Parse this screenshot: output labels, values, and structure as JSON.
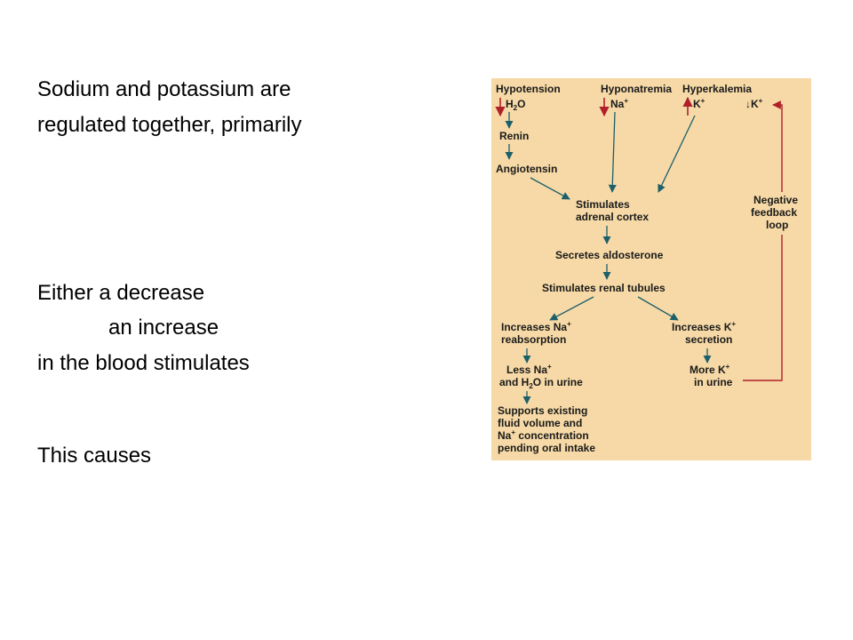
{
  "slide": {
    "lines": {
      "line1": "Sodium and potassium are",
      "line2": "regulated together, primarily",
      "line3": "Either a decrease",
      "line4": "an increase",
      "line5": "in the blood stimulates",
      "line6": "This causes"
    }
  },
  "diagram": {
    "colors": {
      "background": "#f6d9a6",
      "teal_arrow": "#1c5f6b",
      "red_arrow": "#b0202a"
    },
    "hypotension": "Hypotension",
    "h2o_top": {
      "main": "H",
      "sub": "2",
      "rest": "O"
    },
    "hyponatremia": "Hyponatremia",
    "na_top": {
      "main": "Na",
      "sup": "+"
    },
    "hyperkalemia": "Hyperkalemia",
    "k_top": {
      "main": "K",
      "sup": "+"
    },
    "k_right": {
      "prefix": "↓",
      "main": "K",
      "sup": "+"
    },
    "renin": "Renin",
    "angiotensin": "Angiotensin",
    "stimulates": "Stimulates",
    "adrenal_cortex": "adrenal cortex",
    "negative": "Negative",
    "feedback": "feedback",
    "loop": "loop",
    "secretes_aldosterone": "Secretes aldosterone",
    "stimulates_renal_tubules": "Stimulates renal tubules",
    "increases_na": {
      "main": "Increases Na",
      "sup": "+"
    },
    "reabsorption": "reabsorption",
    "increases_k": {
      "main": "Increases K",
      "sup": "+"
    },
    "secretion": "secretion",
    "less_na": {
      "main": "Less Na",
      "sup": "+"
    },
    "and_h2o": {
      "pre": "and H",
      "sub": "2",
      "post": "O in urine"
    },
    "more_k": {
      "main": "More K",
      "sup": "+"
    },
    "in_urine": "in urine",
    "supports_1": "Supports existing",
    "supports_2": "fluid volume and",
    "supports_3": {
      "main": "Na",
      "sup": "+",
      "rest": " concentration"
    },
    "supports_4": "pending oral intake"
  }
}
